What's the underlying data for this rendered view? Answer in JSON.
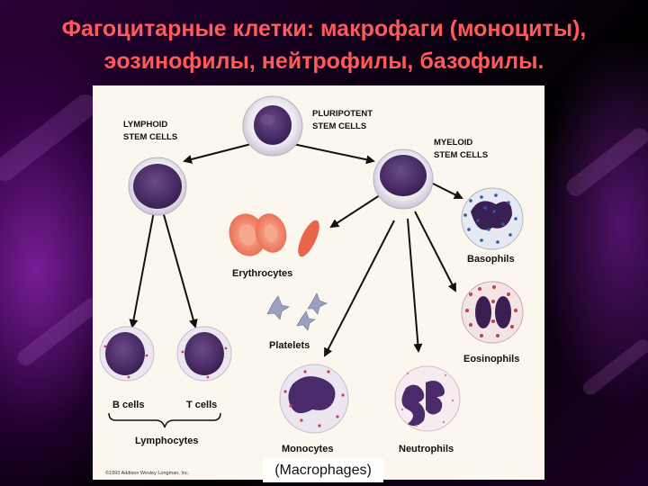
{
  "slide": {
    "title_line1": "Фагоцитарные клетки: макрофаги (моноциты),",
    "title_line2": "эозинофилы, нейтрофилы, базофилы."
  },
  "diagram": {
    "pluripotent_1": "PLURIPOTENT",
    "pluripotent_2": "STEM CELLS",
    "lymphoid_1": "LYMPHOID",
    "lymphoid_2": "STEM CELLS",
    "myeloid_1": "MYELOID",
    "myeloid_2": "STEM CELLS",
    "erythrocytes": "Erythrocytes",
    "platelets": "Platelets",
    "basophils": "Basophils",
    "eosinophils": "Eosinophils",
    "neutrophils": "Neutrophils",
    "monocytes": "Monocytes",
    "b_cells": "B cells",
    "t_cells": "T cells",
    "lymphocytes": "Lymphocytes",
    "credit": "©1993 Addison Wesley Longman, Inc.",
    "macrophages": "(Macrophages)"
  },
  "colors": {
    "title": "#ff5a5a",
    "nucleus": "#4a2a6a",
    "cell_halo": "#e8e4ee",
    "erythrocyte": "#f07a5e",
    "granule_blue": "#2a5aa0",
    "granule_red": "#c04050"
  }
}
